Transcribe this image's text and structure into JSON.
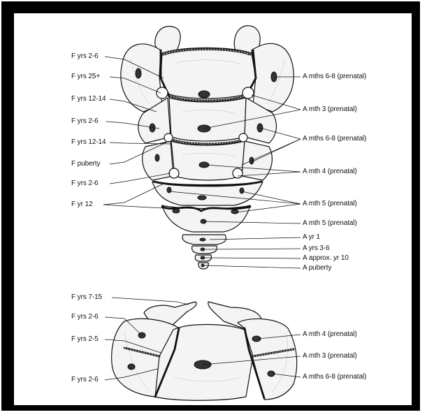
{
  "colors": {
    "frame": "#000000",
    "paper": "#ffffff",
    "ink": "#111111",
    "bone": "#f4f4f4"
  },
  "left_labels": [
    "F yrs 2-6",
    "F yrs 25+",
    "F yrs 12-14",
    "F yrs 2-6",
    "F yrs 12-14",
    "F puberty",
    "F yrs 2-6",
    "F yr 12"
  ],
  "right_labels": [
    "A mths 6-8 (prenatal)",
    "A mth 3 (prenatal)",
    "A mths 6-8 (prenatal)",
    "A mth 4 (prenatal)",
    "A mth 5 (prenatal)",
    "A mth 5 (prenatal)",
    "A yr 1",
    "A yrs 3-6",
    "A approx. yr 10",
    "A puberty"
  ],
  "lower_left_labels": [
    "F yrs 7-15",
    "F yrs 2-6",
    "F yrs 2-5",
    "F yrs 2-6"
  ],
  "lower_right_labels": [
    "A mth 4 (prenatal)",
    "A mth 3 (prenatal)",
    "A mths 6-8 (prenatal)"
  ]
}
